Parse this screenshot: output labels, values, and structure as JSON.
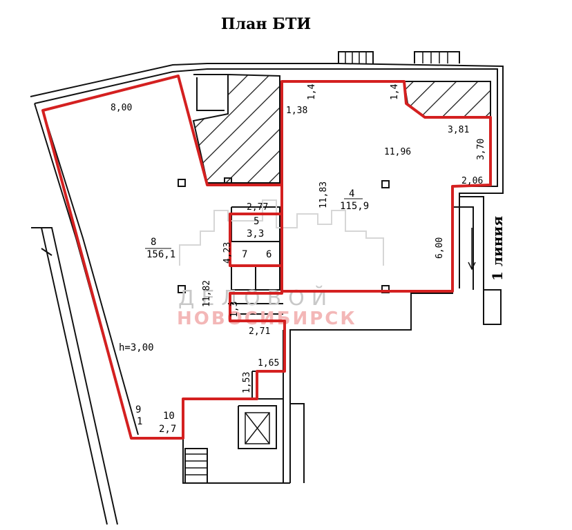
{
  "title": "План БТИ",
  "street": "1 линия",
  "colors": {
    "highlight": "#d42020",
    "wall": "#111111",
    "watermark_grey": "#c8c8c8",
    "watermark_red": "#f3b7b7"
  },
  "watermark": {
    "line1": "ДЕЛОВОЙ",
    "line2": "НОВОСИБИРСК"
  },
  "rooms": {
    "r8": {
      "number": "8",
      "area": "156,1",
      "height": "h=3,00"
    },
    "r4": {
      "number": "4",
      "area": "115,9"
    },
    "r5": {
      "number": "5",
      "area": "3,3"
    },
    "r6": {
      "number": "6"
    },
    "r7": {
      "number": "7"
    },
    "r9": {
      "number": "9",
      "area": "1"
    },
    "r10": {
      "number": "10",
      "area": "2,7"
    }
  },
  "dimensions": {
    "d800": "8,00",
    "d141a": "1,4",
    "d141b": "1,4",
    "d138": "1,38",
    "d381": "3,81",
    "d1196": "11,96",
    "d370": "3,70",
    "d206": "2,06",
    "d1183": "11,83",
    "d600": "6,00",
    "d277": "2,77",
    "d423": "4,23",
    "d1182": "11,82",
    "d271": "2,71",
    "d165": "1,65",
    "d153": "1,53",
    "d13": "1,3"
  }
}
